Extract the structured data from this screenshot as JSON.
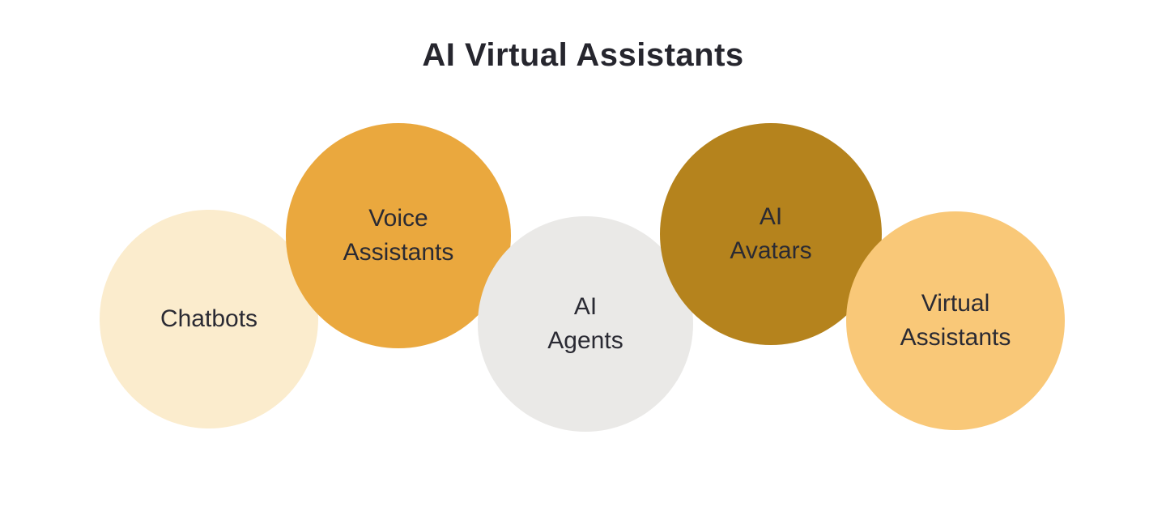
{
  "title": "AI Virtual Assistants",
  "title_color": "#26262e",
  "label_color": "#2a2a33",
  "background_color": "#ffffff",
  "circles": [
    {
      "id": "chatbots",
      "label": "Chatbots",
      "color": "#fbeccd"
    },
    {
      "id": "voice-assistants",
      "label": "Voice\nAssistants",
      "color": "#eaa83e"
    },
    {
      "id": "ai-agents",
      "label": "AI\nAgents",
      "color": "#eae9e7"
    },
    {
      "id": "ai-avatars",
      "label": "AI\nAvatars",
      "color": "#b5831d"
    },
    {
      "id": "virtual-assistants",
      "label": "Virtual\nAssistants",
      "color": "#f9c878"
    }
  ]
}
